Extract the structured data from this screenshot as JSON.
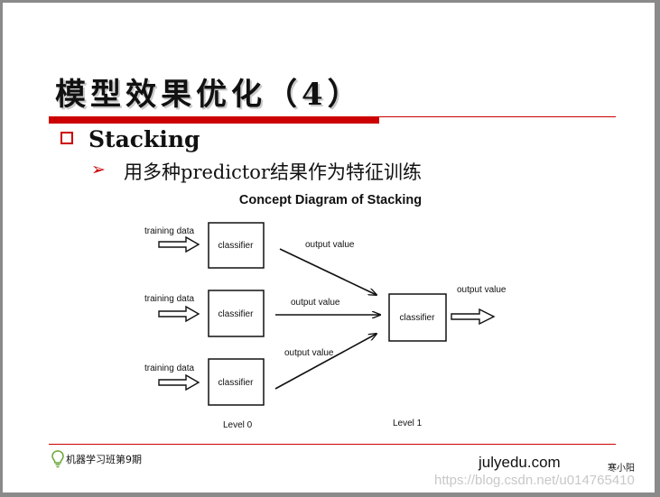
{
  "slide": {
    "title": "模型效果优化（4）",
    "heading": "Stacking",
    "subpoint": "用多种predictor结果作为特征训练"
  },
  "diagram": {
    "title": "Concept Diagram of Stacking",
    "input_label": "training data",
    "node_label": "classifier",
    "edge_label": "output value",
    "level0_label": "Level 0",
    "level1_label": "Level 1"
  },
  "footer": {
    "course": "机器学习班第9期",
    "site": "julyedu.com",
    "author": "寒小阳",
    "watermark": "https://blog.csdn.net/u014765410"
  },
  "colors": {
    "accent_red": "#cc0000",
    "text": "#111111",
    "frame_gray": "#8a8a8a",
    "watermark_gray": "#c8c8c8"
  },
  "icons": [
    "square-bullet-icon",
    "arrow-bullet-icon",
    "lightbulb-icon"
  ]
}
